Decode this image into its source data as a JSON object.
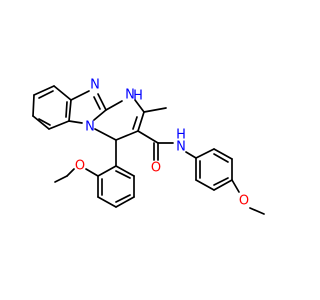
{
  "molecule": {
    "atoms": [
      {
        "id": "N_imine",
        "symbol": "N",
        "color": "#0000ff"
      },
      {
        "id": "NH",
        "symbol": "N",
        "h_label": "H",
        "color": "#0000ff"
      },
      {
        "id": "N_bridge",
        "symbol": "N",
        "color": "#0000ff"
      },
      {
        "id": "O_carbonyl",
        "symbol": "O",
        "color": "#ff0000"
      },
      {
        "id": "N_amide",
        "symbol": "N",
        "h_label": "H",
        "color": "#0000ff"
      },
      {
        "id": "O_methoxy_left",
        "symbol": "O",
        "color": "#ff0000"
      },
      {
        "id": "O_methoxy_right",
        "symbol": "O",
        "color": "#ff0000"
      }
    ],
    "bond_color": "#000000"
  }
}
